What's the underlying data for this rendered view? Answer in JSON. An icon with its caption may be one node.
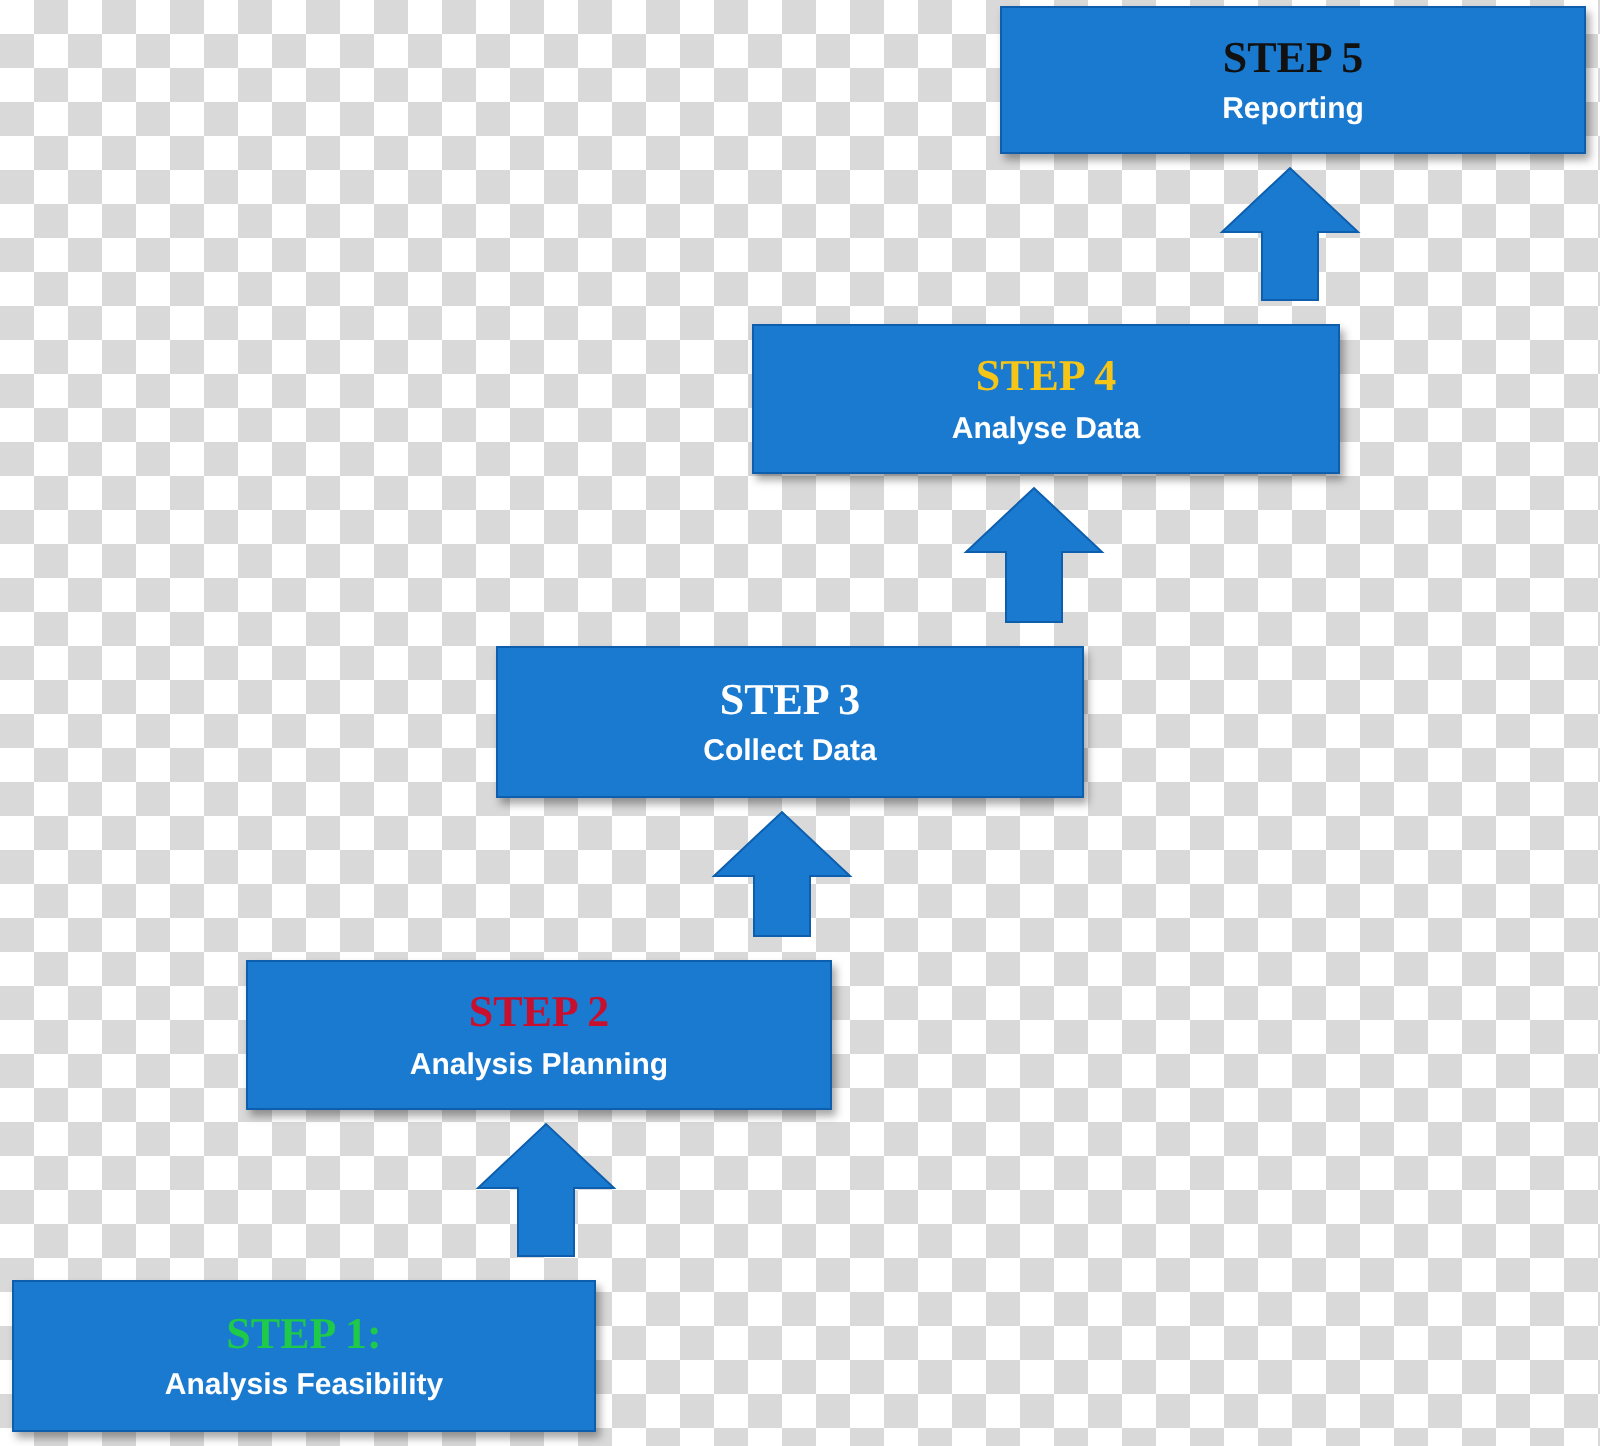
{
  "diagram": {
    "nodes": [
      {
        "text": [
          "STEP 1:",
          "Analysis Feasibility"
        ]
      },
      {
        "text": [
          "STEP 2",
          "Analysis Planning"
        ]
      },
      {
        "text": [
          "STEP 3",
          "Collect Data"
        ]
      },
      {
        "text": [
          "STEP 4",
          "Analyse Data"
        ]
      },
      {
        "text": [
          "STEP 5",
          "Reporting"
        ]
      }
    ],
    "edges": [
      {
        "from": 0,
        "to": 1,
        "arrow": "to"
      },
      {
        "from": 1,
        "to": 2,
        "arrow": "to"
      },
      {
        "from": 2,
        "to": 3,
        "arrow": "to"
      },
      {
        "from": 3,
        "to": 4,
        "arrow": "to"
      }
    ]
  }
}
